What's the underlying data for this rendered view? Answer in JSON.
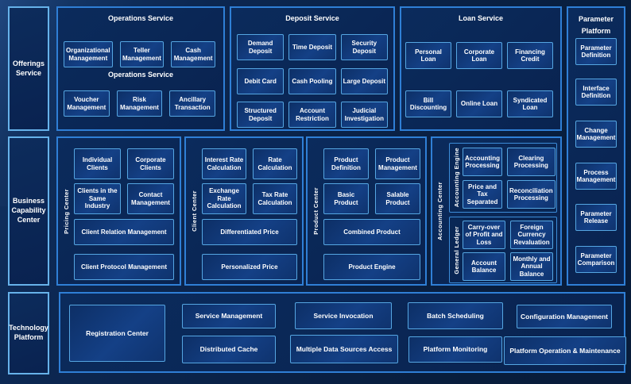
{
  "sidebars": {
    "offerings": "Offerings Service",
    "business": "Business Capability Center",
    "technology": "Technology Platform"
  },
  "operations": {
    "title": "Operations Service",
    "mid_label": "Operations Service",
    "row1": [
      "Organizational Management",
      "Teller Management",
      "Cash Management"
    ],
    "row2": [
      "Voucher Management",
      "Risk Management",
      "Ancillary Transaction"
    ]
  },
  "deposit": {
    "title": "Deposit Service",
    "rows": [
      [
        "Demand Deposit",
        "Time Deposit",
        "Security Deposit"
      ],
      [
        "Debit Card",
        "Cash Pooling",
        "Large Deposit"
      ],
      [
        "Structured Deposit",
        "Account Restriction",
        "Judicial Investigation"
      ]
    ]
  },
  "loan": {
    "title": "Loan Service",
    "rows": [
      [
        "Personal Loan",
        "Corporate Loan",
        "Financing Credit"
      ],
      [
        "Bill Discounting",
        "Online Loan",
        "Syndicated Loan"
      ]
    ]
  },
  "parameter_platform": {
    "title": "Parameter Platform",
    "items": [
      "Parameter Definition",
      "Interface Definition",
      "Change Management",
      "Process Management",
      "Parameter Release",
      "Parameter Comparison"
    ]
  },
  "pricing_center": {
    "side_label": "Pricing Center",
    "small": [
      "Individual Clients",
      "Corporate Clients",
      "Clients in the Same Industry",
      "Contact Management"
    ],
    "wide": [
      "Client Relation Management",
      "Client Protocol Management"
    ]
  },
  "client_center": {
    "side_label": "Client Center",
    "small": [
      "Interest Rate Calculation",
      "Rate Calculation",
      "Exchange Rate Calculation",
      "Tax Rate Calculation"
    ],
    "wide": [
      "Differentiated Price",
      "Personalized Price"
    ]
  },
  "product_center": {
    "side_label": "Product Center",
    "small": [
      "Product Definition",
      "Product Management",
      "Basic Product",
      "Salable Product"
    ],
    "wide": [
      "Combined Product",
      "Product Engine"
    ]
  },
  "accounting_center": {
    "side_label": "Accounting Center",
    "groups": [
      {
        "label": "Accounting Engine",
        "boxes": [
          "Accounting Processing",
          "Clearing Processing",
          "Price and Tax Separated",
          "Reconciliation Processing"
        ]
      },
      {
        "label": "General Ledger",
        "boxes": [
          "Carry-over of Profit and Loss",
          "Foreign Currency Revaluation",
          "Account Balance",
          "Monthly and Annual Balance"
        ]
      }
    ]
  },
  "technology": {
    "registration": "Registration Center",
    "columns": [
      [
        "Service Management",
        "Distributed Cache"
      ],
      [
        "Service Invocation",
        "Multiple Data Sources Access"
      ],
      [
        "Batch Scheduling",
        "Platform Monitoring"
      ],
      [
        "Configuration Management",
        "Platform Operation & Maintenance"
      ]
    ]
  },
  "colors": {
    "background": "#0a2148",
    "panel_fill": "#0a2855",
    "panel_border": "#2f7fd6",
    "box_fill": "#113a7c",
    "box_border": "#55a6e2",
    "sidebar_border": "#66b2ea",
    "text": "#ffffff"
  }
}
